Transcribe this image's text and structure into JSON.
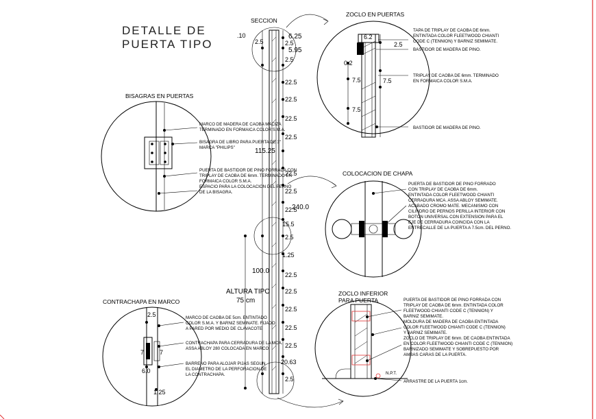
{
  "title": {
    "line1": "DETALLE DE",
    "line2": "PUERTA TIPO"
  },
  "section_label": "SECCION",
  "headings": {
    "zoclo": "ZOCLO EN PUERTAS",
    "bisagras": "BISAGRAS EN PUERTAS",
    "chapa": "COLOCACION DE CHAPA",
    "contrachapa": "CONTRACHAPA EN MARCO",
    "zoclo_inf_1": "ZOCLO INFERIOR",
    "zoclo_inf_2": "PARA PUERTA"
  },
  "notes": {
    "zoclo": [
      "TAPA DE TRIPLAY DE CAOBA DE 6mm.",
      "ENTINTADA COLOR FLEETWOOD CHIANTI",
      "CODE C (TENNION) Y BARNIZ SEMIMATE.",
      "BASTIDOR DE MADERA DE PINO.",
      "TRIPLAY DE CAOBA DE 6mm. TERMINADO",
      "EN FORMAICA COLOR S.M.A.",
      "BASTIDOR DE MADERA DE PINO."
    ],
    "bisagras": [
      "MARCO DE MADERA DE CAOBA MACIZA",
      "TERMINADO EN FORMAICA COLOR S.M.A.",
      "BISAGRA DE LIBRO PARA PUERTA DE 3\"",
      "MARCA \"PHILIPS\"",
      "PUERTA DE BASTIDOR DE PINO FORRADA CON",
      "TRIPLAY DE CAOBA DE 6mm. TERMINADO EN",
      "FORMAICA COLOR S.M.A.",
      "ESPACIO PARA LA COLOCACION DEL PERNO",
      "DE LA BISAGRA."
    ],
    "chapa": [
      "PUERTA DE BASTIDOR DE PINO FORRADO",
      "CON TRIPLAY DE CAOBA DE 6mm.",
      "ENTINTADA COLOR FLEETWOOD CHIANTI",
      "CERRADURA MCA. ASSA ABLOY SEMIMATE.",
      "ACABADO CROMO MATE. MECANISMO CON",
      "CILINDRO DE PERNOS PERILLA INTERIOR CON",
      "BOTON UNIVERSAL CON EXTENSION PARA EL",
      "EJE DE CERRADURA COINCIDA CON LA",
      "ENTRECALLE DE LA PUERTA A 7.5cm. DEL PERNO."
    ],
    "contrachapa": [
      "MARCO DE CAOBA DE 5cm. ENTINTADO",
      "COLOR S.M.A. Y BARNIZ SEMINATE. FIJADO",
      "A PARED POR MEDIO DE CLAVACOTE",
      "CONTRACHAPA PARA CERRADURA DE LA MCA.",
      "ASSA ABLOY 280 COLOCADA EN MARCO.",
      "BARRENO PARA ALOJAR PIJAS SEGUN",
      "EL DIAMETRO DE LA PERFORACION DE",
      "LA CONTRACHAPA."
    ],
    "zoclo_inf": [
      "PUERTA DE BASTIDOR DE PINO FORRADA CON",
      "TRIPLAY DE CAOBA DE 6mm. ENTINTADA COLOR",
      "FLEETWOOD CHIANTI CODE C (TENNION) Y",
      "BARNIZ SEMIMATE.",
      "MOLDURA DE MADERA DE CAOBA ENTINTADA",
      "COLOR FLEETWOOD CHIANTI CODE C (TENNION)",
      "Y BARNIZ SEMIMATE.",
      "ZOCLO DE TRIPLAY DE 6mm. DE CAOBA ENTINTADA",
      "EN COLOR FLEETWOOD CHIANTI CODE C (TENNION)",
      "BARNIZADO SEMIMATE Y SOBREPUESTO POR",
      "AMBAS CARAS DE LA PUERTA.",
      "ARRASTRE DE LA PUERTA 1cm."
    ]
  },
  "dims": {
    "top_left": ".10",
    "top_right_1": "6.25",
    "top_right_2": "5.95",
    "seq": [
      "2.5",
      "22.5",
      "22.5",
      "22.5",
      "22.5",
      "22.5",
      "22.5",
      "22.5",
      "22.5"
    ],
    "bottom_seq": [
      "2.5",
      "22.5",
      "22.5",
      "20.63",
      "2.5"
    ],
    "total_height": "240.0",
    "mid": "115.25",
    "lock_1": "15.5",
    "lock_2": "2.5",
    "lock_3": "1.25",
    "lock_height": "100.0",
    "zoclo_dims": [
      "6.2",
      "2.5",
      "7.5",
      "7.5",
      "7.5",
      "0.2"
    ],
    "contrachapa_dims": [
      "2.5",
      "7",
      "7",
      "6.0",
      "1.25"
    ],
    "altura_label": "ALTURA TIPO",
    "altura_value": "75 cm",
    "npt": "N.P.T."
  }
}
